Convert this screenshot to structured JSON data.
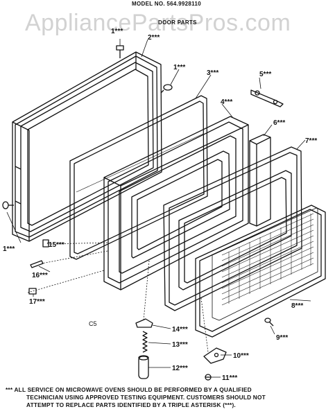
{
  "header": {
    "model": "MODEL NO. 564.9928110",
    "section": "DOOR PARTS"
  },
  "watermark": "AppliancePartsPros.com",
  "part_labels": [
    {
      "id": "1a",
      "text": "1***"
    },
    {
      "id": "1b",
      "text": "1***"
    },
    {
      "id": "1c",
      "text": "1***"
    },
    {
      "id": "2",
      "text": "2***"
    },
    {
      "id": "3",
      "text": "3***"
    },
    {
      "id": "4",
      "text": "4***"
    },
    {
      "id": "5",
      "text": "5***"
    },
    {
      "id": "6",
      "text": "6***"
    },
    {
      "id": "7",
      "text": "7***"
    },
    {
      "id": "8",
      "text": "8***"
    },
    {
      "id": "9",
      "text": "9***"
    },
    {
      "id": "10",
      "text": "10***"
    },
    {
      "id": "11",
      "text": "11***"
    },
    {
      "id": "12",
      "text": "12***"
    },
    {
      "id": "13",
      "text": "13***"
    },
    {
      "id": "14",
      "text": "14***"
    },
    {
      "id": "15",
      "text": "15***"
    },
    {
      "id": "16",
      "text": "16***"
    },
    {
      "id": "17",
      "text": "17***"
    }
  ],
  "code": "C5",
  "footnote": {
    "line1": "*** ALL SERVICE ON MICROWAVE OVENS SHOULD BE PERFORMED BY A QUALIFIED",
    "line2": "TECHNICIAN USING APPROVED TESTING EQUIPMENT. CUSTOMERS SHOULD NOT",
    "line3": "ATTEMPT TO REPLACE PARTS IDENTIFIED BY A TRIPLE ASTERISK (***)."
  }
}
